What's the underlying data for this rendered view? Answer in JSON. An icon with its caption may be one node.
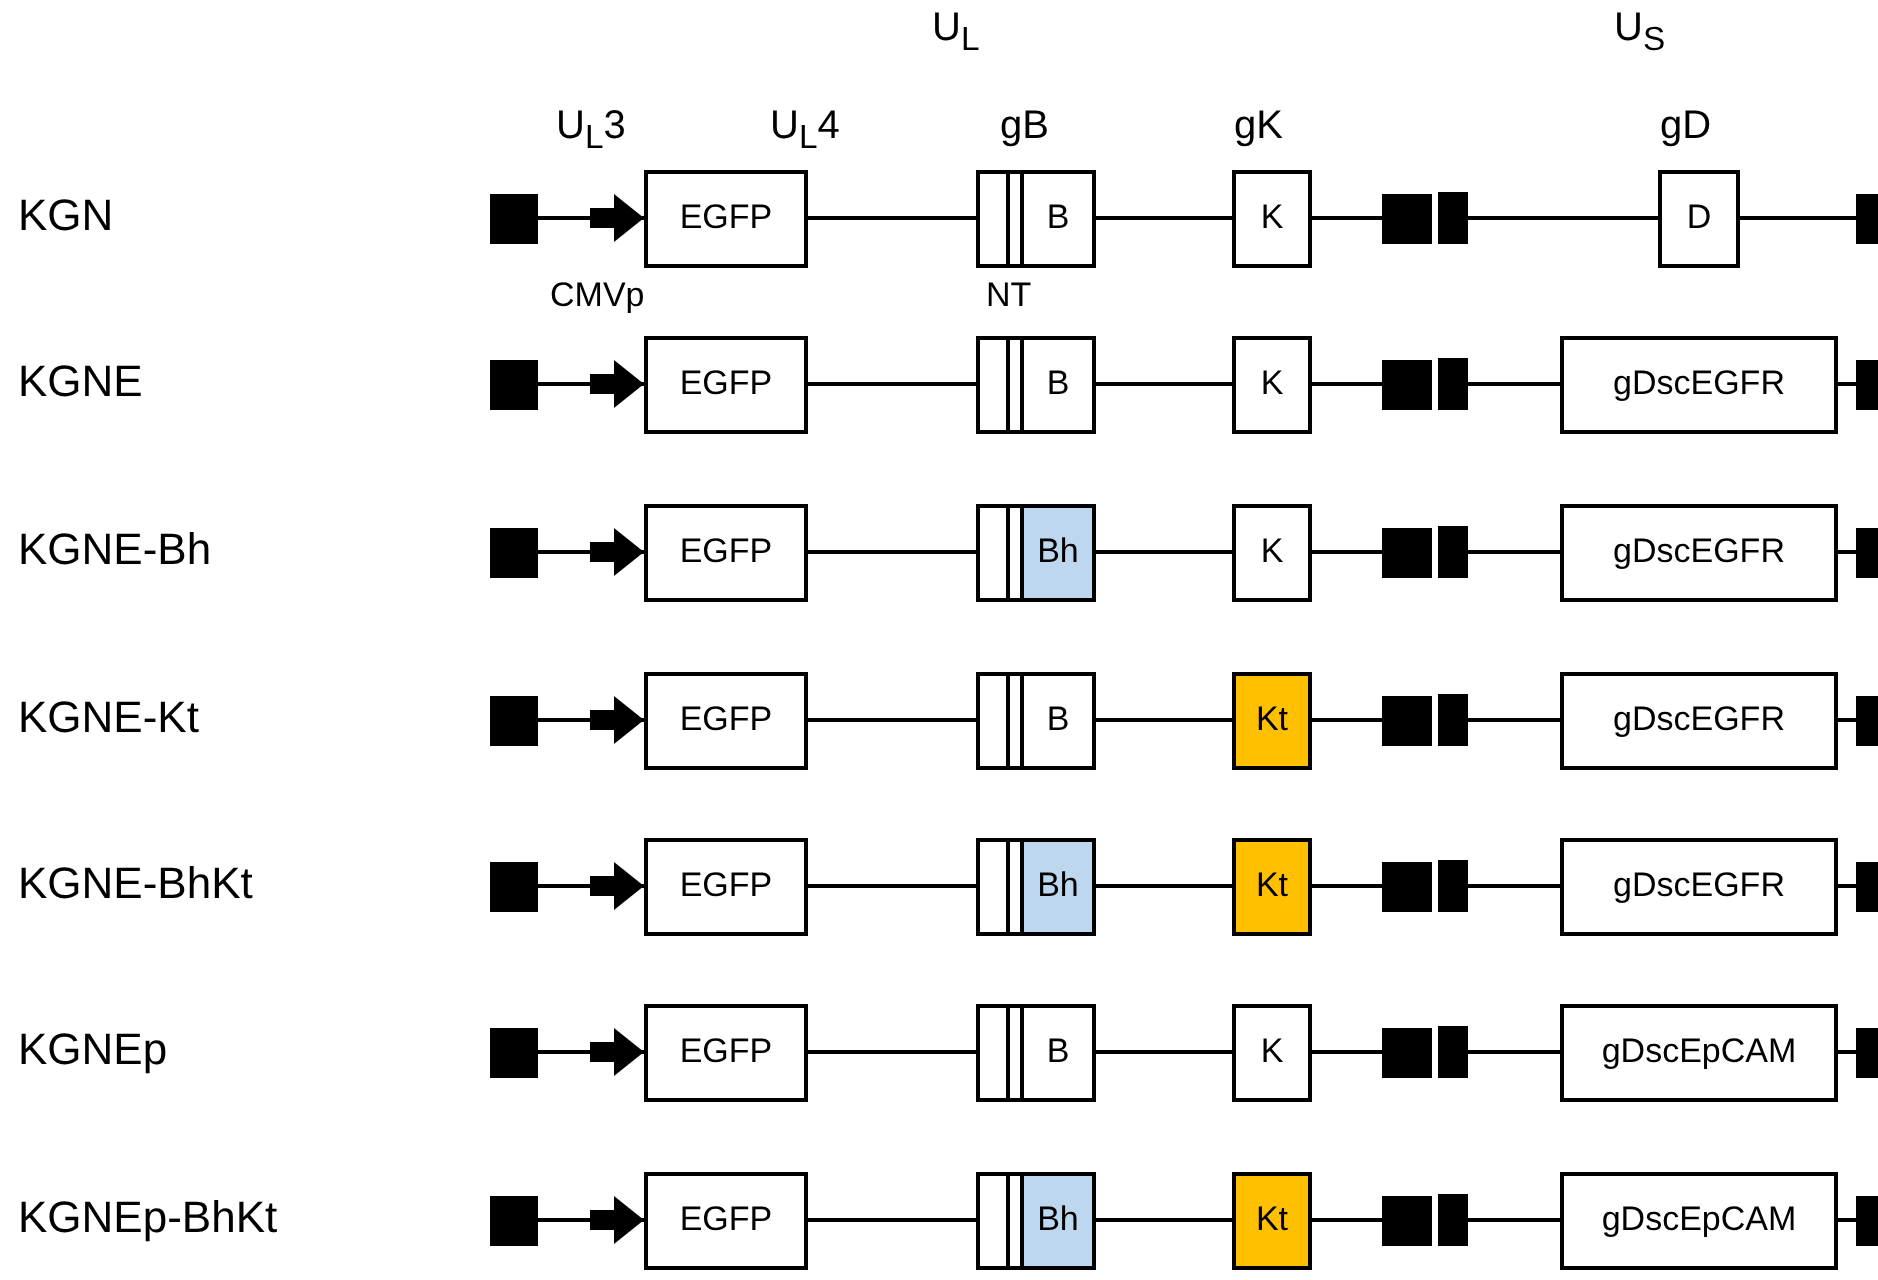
{
  "diagram": {
    "nodes": [
      {
        "text": [],
        "shape": "box"
      },
      {
        "text": [
          "EGFP"
        ]
      },
      {
        "text": [],
        "shape": "bar"
      },
      {
        "text": [],
        "shape": "bar"
      },
      {
        "text": [
          "B"
        ]
      },
      {
        "text": [
          "K"
        ]
      },
      {
        "text": [],
        "shape": "box"
      },
      {
        "text": [],
        "shape": "bar"
      },
      {
        "text": [
          "D"
        ]
      },
      {
        "text": [],
        "shape": "box"
      },
      {
        "text": [],
        "shape": "box"
      },
      {
        "text": [
          "EGFP"
        ]
      },
      {
        "text": [],
        "shape": "bar"
      },
      {
        "text": [],
        "shape": "bar"
      },
      {
        "text": [
          "B"
        ]
      },
      {
        "text": [
          "K"
        ]
      },
      {
        "text": [],
        "shape": "box"
      },
      {
        "text": [],
        "shape": "bar"
      },
      {
        "text": [
          "gDscEGFR"
        ]
      },
      {
        "text": [],
        "shape": "box"
      },
      {
        "text": [],
        "shape": "box"
      },
      {
        "text": [
          "EGFP"
        ]
      },
      {
        "text": [],
        "shape": "bar"
      },
      {
        "text": [],
        "shape": "bar"
      },
      {
        "text": [
          "Bh"
        ]
      },
      {
        "text": [
          "K"
        ]
      },
      {
        "text": [],
        "shape": "box"
      },
      {
        "text": [],
        "shape": "bar"
      },
      {
        "text": [
          "gDscEGFR"
        ]
      },
      {
        "text": [],
        "shape": "box"
      },
      {
        "text": [],
        "shape": "box"
      },
      {
        "text": [
          "EGFP"
        ]
      },
      {
        "text": [],
        "shape": "bar"
      },
      {
        "text": [],
        "shape": "bar"
      },
      {
        "text": [
          "B"
        ]
      },
      {
        "text": [
          "Kt"
        ]
      },
      {
        "text": [],
        "shape": "box"
      },
      {
        "text": [],
        "shape": "bar"
      },
      {
        "text": [
          "gDscEGFR"
        ]
      },
      {
        "text": [],
        "shape": "box"
      },
      {
        "text": [],
        "shape": "box"
      },
      {
        "text": [
          "EGFP"
        ]
      },
      {
        "text": [],
        "shape": "bar"
      },
      {
        "text": [],
        "shape": "bar"
      },
      {
        "text": [
          "Bh"
        ]
      },
      {
        "text": [
          "Kt"
        ]
      },
      {
        "text": [],
        "shape": "box"
      },
      {
        "text": [],
        "shape": "bar"
      },
      {
        "text": [
          "gDscEGFR"
        ]
      },
      {
        "text": [],
        "shape": "box"
      },
      {
        "text": [],
        "shape": "box"
      },
      {
        "text": [
          "EGFP"
        ]
      },
      {
        "text": [],
        "shape": "bar"
      },
      {
        "text": [],
        "shape": "bar"
      },
      {
        "text": [
          "B"
        ]
      },
      {
        "text": [
          "K"
        ]
      },
      {
        "text": [],
        "shape": "box"
      },
      {
        "text": [],
        "shape": "bar"
      },
      {
        "text": [
          "gDscEpCAM"
        ]
      },
      {
        "text": [],
        "shape": "box"
      },
      {
        "text": [],
        "shape": "box"
      },
      {
        "text": [
          "EGFP"
        ]
      },
      {
        "text": [],
        "shape": "bar"
      },
      {
        "text": [],
        "shape": "bar"
      },
      {
        "text": [
          "Bh"
        ]
      },
      {
        "text": [
          "Kt"
        ]
      },
      {
        "text": [],
        "shape": "box"
      },
      {
        "text": [],
        "shape": "bar"
      },
      {
        "text": [
          "gDscEpCAM"
        ]
      },
      {
        "text": [],
        "shape": "box"
      }
    ],
    "edges": [
      {
        "from": 0,
        "to": 1,
        "arrow": "to"
      },
      {
        "from": 1,
        "to": 2,
        "arrow": "none"
      },
      {
        "from": 4,
        "to": 5,
        "arrow": "none"
      },
      {
        "from": 5,
        "to": 6,
        "arrow": "none"
      },
      {
        "from": 7,
        "to": 8,
        "arrow": "none"
      },
      {
        "from": 8,
        "to": 9,
        "arrow": "none"
      },
      {
        "from": 10,
        "to": 11,
        "arrow": "to"
      },
      {
        "from": 11,
        "to": 12,
        "arrow": "none"
      },
      {
        "from": 14,
        "to": 15,
        "arrow": "none"
      },
      {
        "from": 15,
        "to": 16,
        "arrow": "none"
      },
      {
        "from": 17,
        "to": 18,
        "arrow": "none"
      },
      {
        "from": 18,
        "to": 19,
        "arrow": "none"
      },
      {
        "from": 20,
        "to": 21,
        "arrow": "to"
      },
      {
        "from": 21,
        "to": 22,
        "arrow": "none"
      },
      {
        "from": 24,
        "to": 25,
        "arrow": "none"
      },
      {
        "from": 25,
        "to": 26,
        "arrow": "none"
      },
      {
        "from": 27,
        "to": 28,
        "arrow": "none"
      },
      {
        "from": 28,
        "to": 29,
        "arrow": "none"
      },
      {
        "from": 30,
        "to": 31,
        "arrow": "to"
      },
      {
        "from": 31,
        "to": 32,
        "arrow": "none"
      },
      {
        "from": 34,
        "to": 35,
        "arrow": "none"
      },
      {
        "from": 35,
        "to": 36,
        "arrow": "none"
      },
      {
        "from": 37,
        "to": 38,
        "arrow": "none"
      },
      {
        "from": 38,
        "to": 39,
        "arrow": "none"
      },
      {
        "from": 40,
        "to": 41,
        "arrow": "to"
      },
      {
        "from": 41,
        "to": 42,
        "arrow": "none"
      },
      {
        "from": 44,
        "to": 45,
        "arrow": "none"
      },
      {
        "from": 45,
        "to": 46,
        "arrow": "none"
      },
      {
        "from": 47,
        "to": 48,
        "arrow": "none"
      },
      {
        "from": 48,
        "to": 49,
        "arrow": "none"
      },
      {
        "from": 50,
        "to": 51,
        "arrow": "to"
      },
      {
        "from": 51,
        "to": 52,
        "arrow": "none"
      },
      {
        "from": 54,
        "to": 55,
        "arrow": "none"
      },
      {
        "from": 55,
        "to": 56,
        "arrow": "none"
      },
      {
        "from": 57,
        "to": 58,
        "arrow": "none"
      },
      {
        "from": 58,
        "to": 59,
        "arrow": "none"
      },
      {
        "from": 60,
        "to": 61,
        "arrow": "to"
      },
      {
        "from": 61,
        "to": 62,
        "arrow": "none"
      },
      {
        "from": 64,
        "to": 65,
        "arrow": "none"
      },
      {
        "from": 65,
        "to": 66,
        "arrow": "none"
      },
      {
        "from": 67,
        "to": 68,
        "arrow": "none"
      },
      {
        "from": 68,
        "to": 69,
        "arrow": "none"
      }
    ],
    "labels": [
      "U$_{L}$",
      "U$_{S}$",
      "U$_{L}$3",
      "U$_{L}$4",
      "gB",
      "gK",
      "gD",
      "KGN",
      "CMVp",
      "NT",
      "KGNE",
      "KGNE-Bh",
      "KGNE-Kt",
      "KGNE-BhKt",
      "KGNEp",
      "KGNEp-BhKt"
    ]
  }
}
